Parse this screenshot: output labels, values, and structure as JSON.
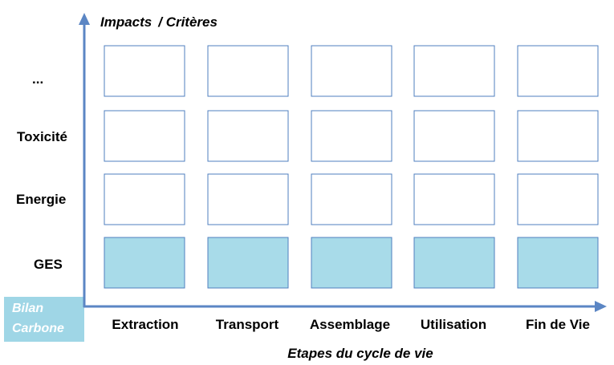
{
  "y_axis": {
    "title_part1": "Impacts",
    "title_part2": "/ Critères"
  },
  "x_axis": {
    "title": "Etapes du cycle de vie"
  },
  "rows": [
    "...",
    "Toxicité",
    "Energie",
    "GES"
  ],
  "columns": [
    "Extraction",
    "Transport",
    "Assemblage",
    "Utilisation",
    "Fin de Vie"
  ],
  "highlighted_row": "GES",
  "badge": {
    "line1": "Bilan",
    "line2": "Carbone"
  },
  "colors": {
    "cell_border": "#4f7fbf",
    "highlight_fill": "#a8dbe9",
    "axis": "#5b86c4",
    "badge_fill": "#9fd6e6"
  }
}
